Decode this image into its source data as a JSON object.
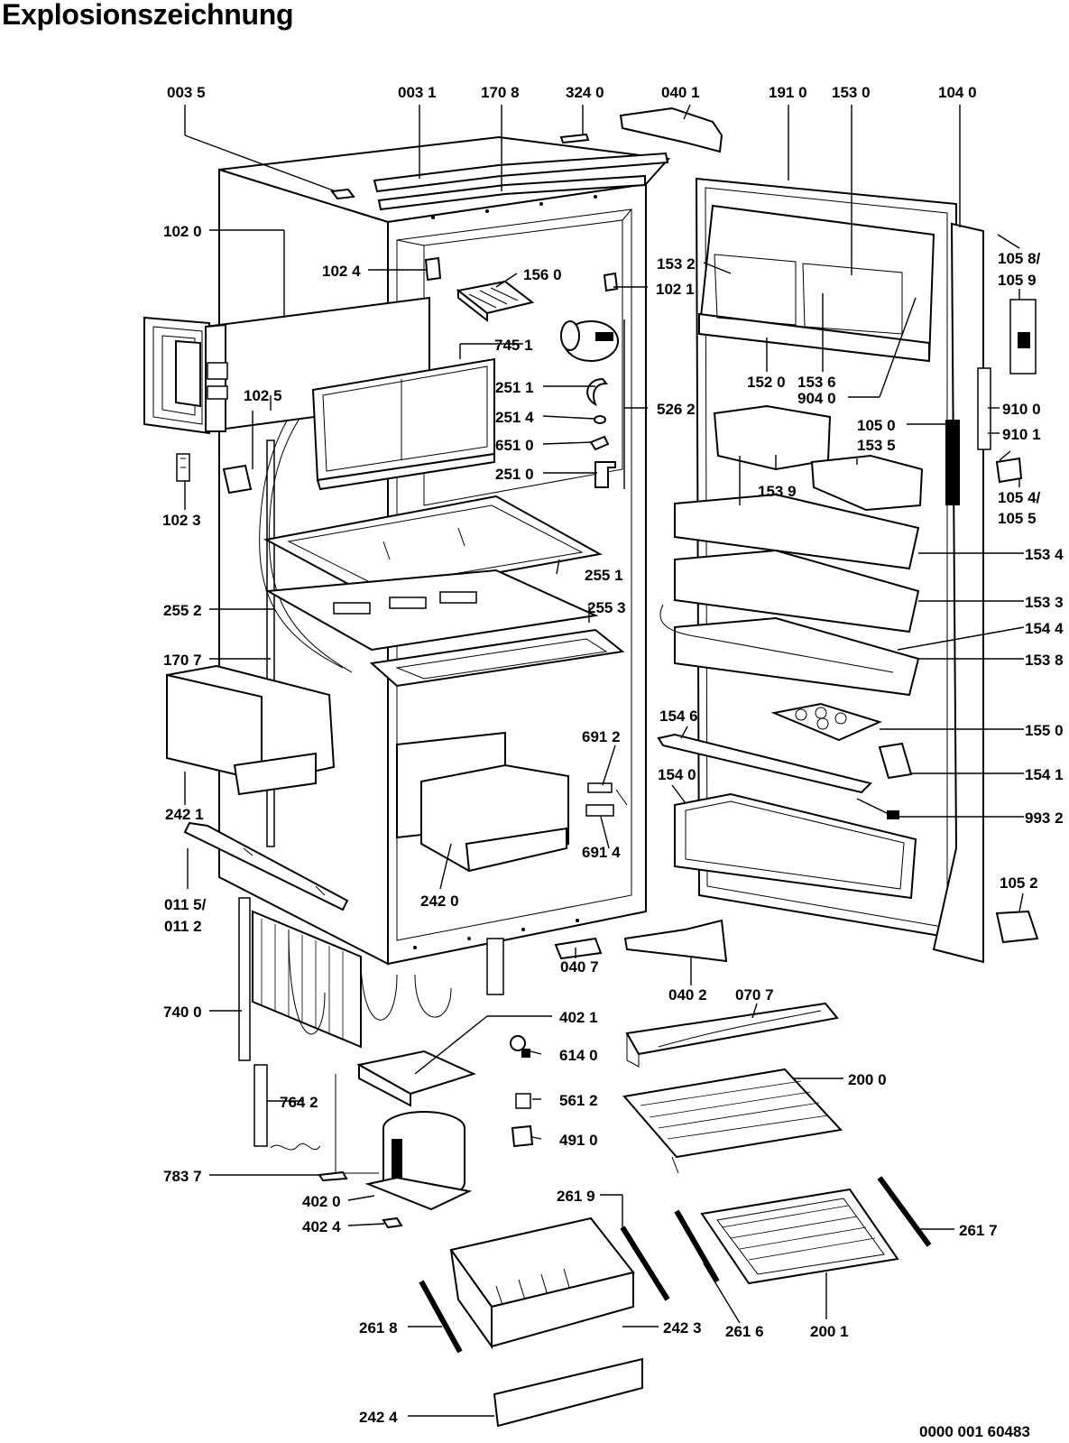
{
  "title": "Explosionszeichnung",
  "document_number": "0000 001 60483",
  "labels": {
    "l0035": "003 5",
    "l0031": "003 1",
    "l1708": "170 8",
    "l3240": "324 0",
    "l0401": "040 1",
    "l1910": "191 0",
    "l1530": "153 0",
    "l1040": "104 0",
    "l1020": "102 0",
    "l1024": "102 4",
    "l1560": "156 0",
    "l1021": "102 1",
    "l1532": "153 2",
    "l7451": "745  1",
    "l1025": "102 5",
    "l2511": "251 1",
    "l2514": "251 4",
    "l6510": "651 0",
    "l2510": "251 0",
    "l5262": "526 2",
    "l1023": "102 3",
    "l1520": "152 0",
    "l1536": "153 6",
    "l9040": "904 0",
    "l1050": "105 0",
    "l1535": "153 5",
    "l1539": "153 9",
    "l1058": "105 8/",
    "l1059": "105 9",
    "l9100": "910 0",
    "l9101": "910 1",
    "l1054": "105 4/",
    "l1055": "105 5",
    "l1534": "153 4",
    "l2551": "255 1",
    "l1533": "153 3",
    "l2552": "255 2",
    "l2553": "255 3",
    "l1544": "154 4",
    "l1707": "170 7",
    "l1538": "153 8",
    "l1546": "154 6",
    "l1550": "155 0",
    "l6912": "691 2",
    "l1541": "154 1",
    "l1540": "154 0",
    "l2421": "242 1",
    "l9932": "993 2",
    "l6914": "691 4",
    "l1052": "105 2",
    "l2420": "242 0",
    "l0115": "011 5/",
    "l0112": "011 2",
    "l0407": "040 7",
    "l0402": "040 2",
    "l0707": "070 7",
    "l7400": "740 0",
    "l4021": "402 1",
    "l6140": "614 0",
    "l2000": "200 0",
    "l5612": "561 2",
    "l7642": "764 2",
    "l4910": "491 0",
    "l7837": "783 7",
    "l2619": "261 9",
    "l4020": "402 0",
    "l4024": "402 4",
    "l2617": "261 7",
    "l2618": "261 8",
    "l2423": "242 3",
    "l2616": "261 6",
    "l2001": "200 1",
    "l2424": "242 4"
  }
}
